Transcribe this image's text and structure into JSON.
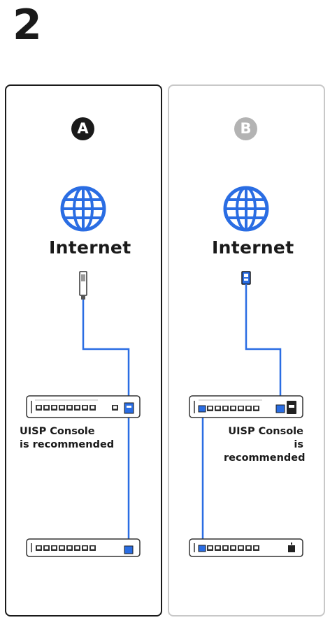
{
  "step_number": "2",
  "panels": [
    {
      "badge": "A",
      "badge_color": "#1a1a1a",
      "internet_label": "Internet",
      "note_line1": "UISP Console",
      "note_line2": "is recommended",
      "uplink_type": "sfp-module"
    },
    {
      "badge": "B",
      "badge_color": "#b3b3b3",
      "internet_label": "Internet",
      "note_line1": "UISP Console",
      "note_line2": "is recommended",
      "uplink_type": "rj45-connector"
    }
  ],
  "colors": {
    "accent": "#2a6de3",
    "ink": "#1a1a1a",
    "inactive_border": "#c8c8c8"
  },
  "icons": [
    "globe-icon",
    "sfp-module-icon",
    "rj45-connector-icon",
    "router-device",
    "switch-device",
    "cable"
  ]
}
